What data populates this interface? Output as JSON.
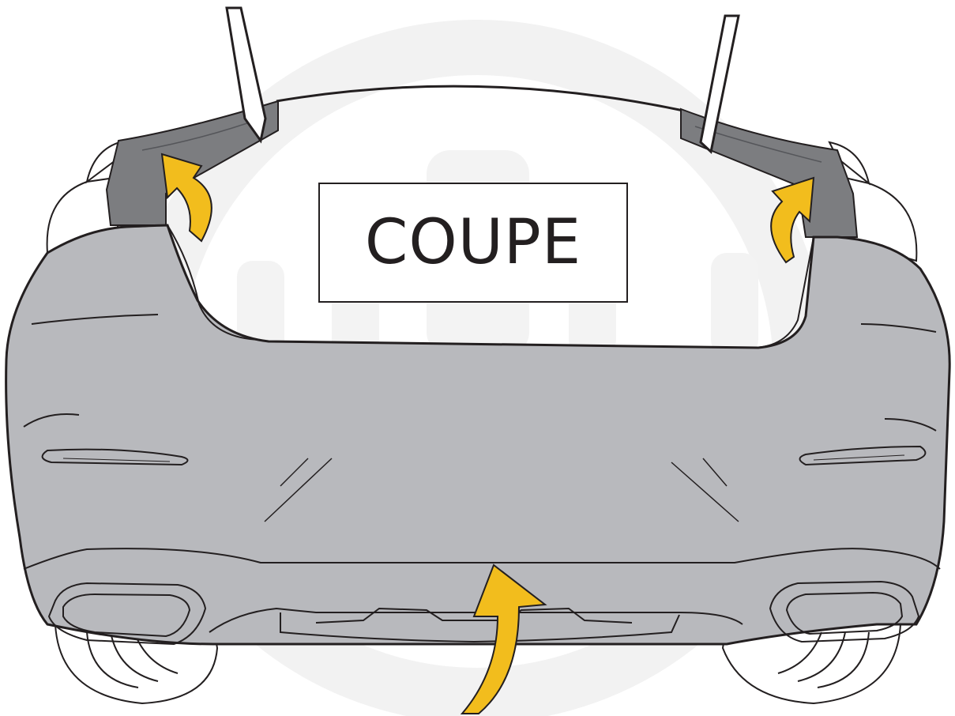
{
  "diagram": {
    "label": "COUPE",
    "arrows": [
      {
        "name": "left-clip-arrow",
        "direction": "up"
      },
      {
        "name": "right-clip-arrow",
        "direction": "up"
      },
      {
        "name": "bottom-lift-arrow",
        "direction": "up"
      }
    ],
    "colors": {
      "bumper_fill": "#b8b9bd",
      "bracket_fill": "#7c7d80",
      "arrow_fill": "#f2bd1d",
      "outline": "#231f20",
      "watermark": "#f1f1f1"
    }
  }
}
